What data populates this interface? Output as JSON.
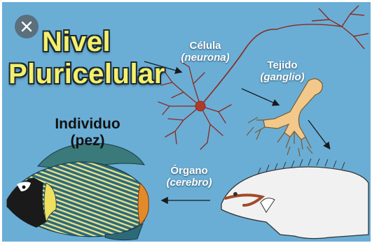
{
  "title": {
    "line1": "Nivel",
    "line2": "Pluricelular"
  },
  "close_icon": "close-icon",
  "stages": {
    "cell": {
      "name": "Célula",
      "example": "(neurona)"
    },
    "tissue": {
      "name": "Tejido",
      "example": "(ganglio)"
    },
    "organ": {
      "name": "Órgano",
      "example": "(cerebro)"
    },
    "organism": {
      "name": "Individuo",
      "example": "(pez)"
    }
  },
  "colors": {
    "background": "#6aaed6",
    "title": "#f4f06a",
    "neuron": "#8a2a1e",
    "ganglion": "#f2c98a"
  }
}
